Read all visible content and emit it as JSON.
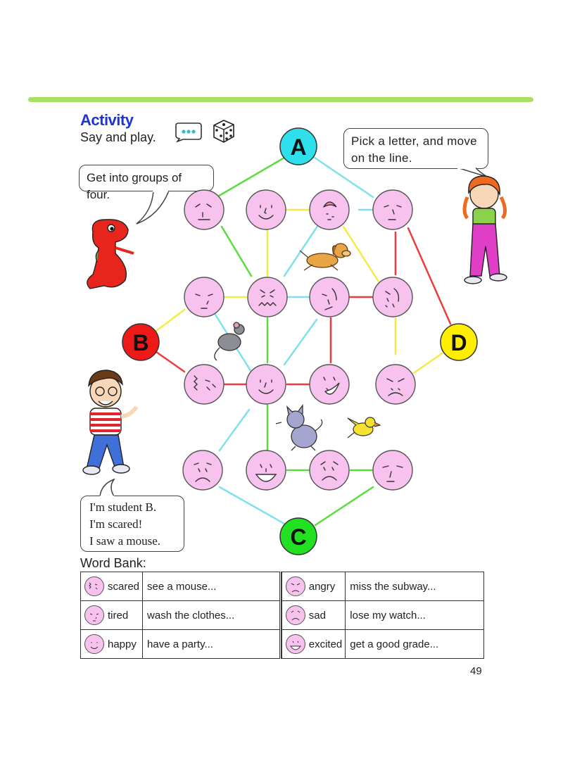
{
  "header": {
    "title": "Activity",
    "instruction": "Say and play."
  },
  "bubbles": {
    "groups": "Get into groups of four.",
    "pick_line1": "Pick a letter, and move",
    "pick_line2": "on the line.",
    "student_line1": "I'm student B.",
    "student_line2": "I'm scared!",
    "student_line3": "I saw a  mouse."
  },
  "letters": {
    "a": "A",
    "b": "B",
    "c": "C",
    "d": "D"
  },
  "colors": {
    "letter_a": "#2ee0ec",
    "letter_b": "#ee1a1a",
    "letter_c": "#22e022",
    "letter_d": "#ffee00",
    "face_fill": "#f7c2ee",
    "line_green": "#5cdc3c",
    "line_cyan": "#7fe0ee",
    "line_yellow": "#f2ec46",
    "line_red": "#ee3c3c",
    "title_blue": "#1c33d6",
    "top_rule": "#a8e061"
  },
  "word_bank": {
    "title": "Word Bank:",
    "rows": [
      {
        "left_word": "scared",
        "left_phrase": "see a mouse...",
        "right_word": "angry",
        "right_phrase": "miss the subway..."
      },
      {
        "left_word": "tired",
        "left_phrase": "wash the clothes...",
        "right_word": "sad",
        "right_phrase": "lose my watch..."
      },
      {
        "left_word": "happy",
        "left_phrase": "have a party...",
        "right_word": "excited",
        "right_phrase": "get a good grade..."
      }
    ]
  },
  "page_number": "49"
}
